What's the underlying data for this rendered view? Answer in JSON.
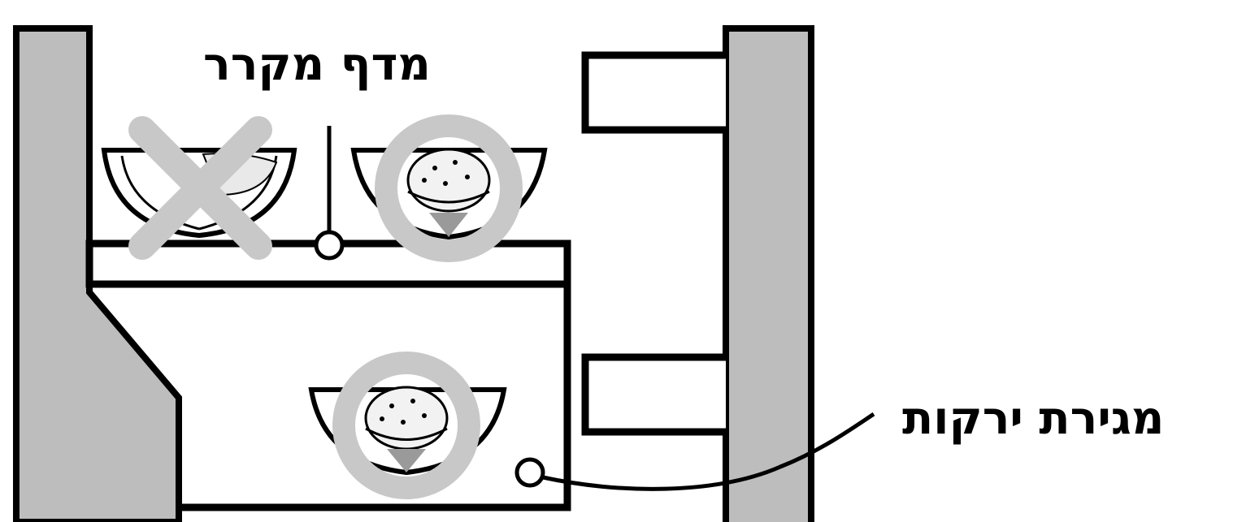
{
  "labels": {
    "shelf": "מדף מקרר",
    "crisper": "מגירת ירקות"
  },
  "colors": {
    "line": "#000000",
    "wall": "#bdbdbd",
    "marker": "#c8c8c8",
    "background": "#ffffff",
    "food": "#f2f2f2"
  },
  "markers": {
    "shelf_left": "incorrect-x",
    "shelf_right": "correct-circle",
    "drawer": "correct-circle"
  }
}
